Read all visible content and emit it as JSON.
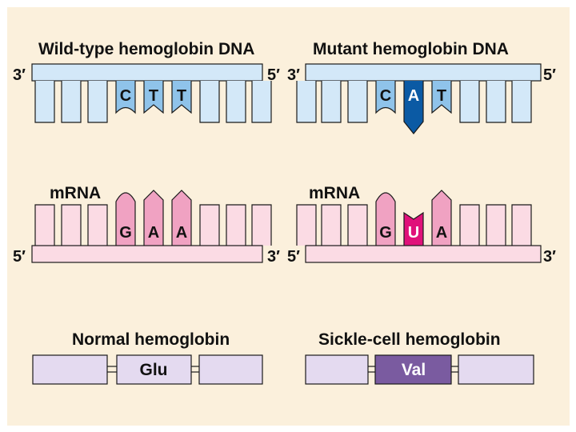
{
  "colors": {
    "background": "#fbf0dc",
    "dna_light": "#d3e8f8",
    "dna_mid": "#8fc3ea",
    "dna_dark": "#0b5aa4",
    "rna_light": "#fbdbe4",
    "rna_mid": "#f0a2c2",
    "rna_dark": "#e0117a",
    "protein_light": "#e4daf0",
    "protein_dark": "#7a5ba0",
    "outline": "#1a1a1a"
  },
  "panels": {
    "wild_dna": {
      "title": "Wild-type hemoglobin DNA",
      "end_left": "3′",
      "end_right": "5′",
      "bases": [
        "C",
        "T",
        "T"
      ]
    },
    "mutant_dna": {
      "title": "Mutant hemoglobin DNA",
      "end_left": "3′",
      "end_right": "5′",
      "bases": [
        "C",
        "A",
        "T"
      ],
      "mutated_index": 1
    },
    "wild_mrna": {
      "title": "mRNA",
      "end_left": "5′",
      "end_right": "3′",
      "bases": [
        "G",
        "A",
        "A"
      ]
    },
    "mutant_mrna": {
      "title": "mRNA",
      "end_left": "5′",
      "end_right": "3′",
      "bases": [
        "G",
        "U",
        "A"
      ],
      "mutated_index": 1
    },
    "normal_protein": {
      "title": "Normal hemoglobin",
      "amino_acid": "Glu"
    },
    "sickle_protein": {
      "title": "Sickle-cell hemoglobin",
      "amino_acid": "Val"
    }
  }
}
